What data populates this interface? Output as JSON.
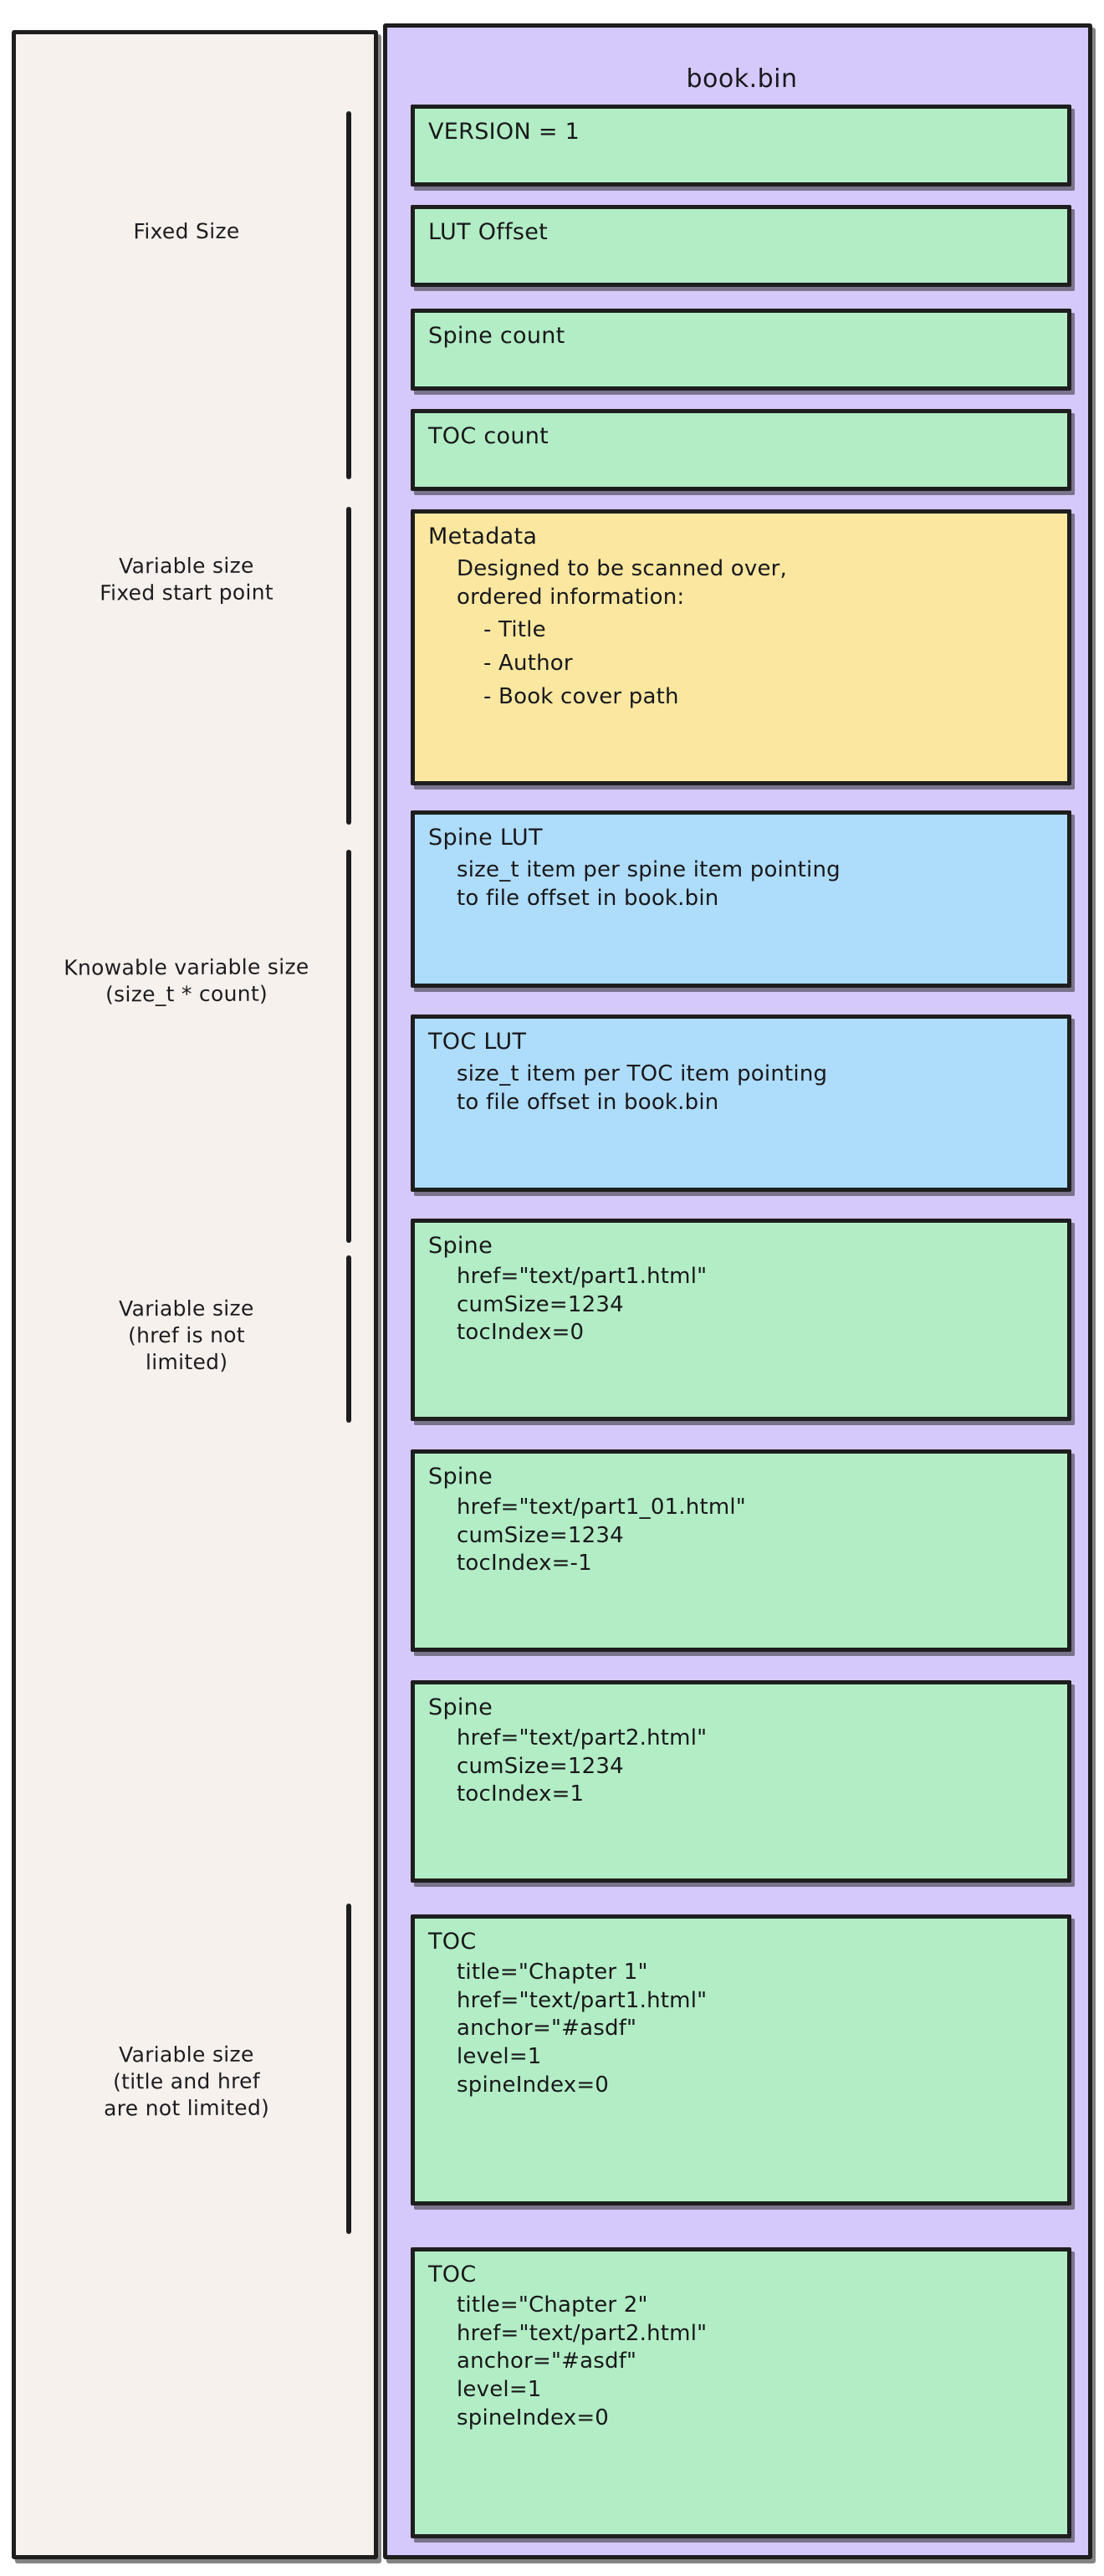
{
  "diagram": {
    "file_title": "book.bin",
    "colors": {
      "page_background": "#ffffff",
      "left_panel_background": "#f7f1ed",
      "right_panel_background": "#d5c8fb",
      "green_box": "#b2edc5",
      "yellow_box": "#fbe79f",
      "blue_box": "#aedcfb",
      "stroke": "#1e1e1e"
    },
    "section_labels": [
      {
        "id": "fixed-size",
        "text": "Fixed Size"
      },
      {
        "id": "variable-size-fixed-start",
        "text": "Variable size\nFixed start point"
      },
      {
        "id": "knowable-variable-size",
        "text": "Knowable variable size\n(size_t * count)"
      },
      {
        "id": "variable-size-href",
        "text": "Variable size\n(href is not\nlimited)"
      },
      {
        "id": "variable-size-title-href",
        "text": "Variable size\n(title and href\nare not limited)"
      }
    ],
    "boxes": [
      {
        "id": "version",
        "color": "green",
        "title": "VERSION = 1",
        "lines": []
      },
      {
        "id": "lut-offset",
        "color": "green",
        "title": "LUT Offset",
        "lines": []
      },
      {
        "id": "spine-count",
        "color": "green",
        "title": "Spine count",
        "lines": []
      },
      {
        "id": "toc-count",
        "color": "green",
        "title": "TOC count",
        "lines": []
      },
      {
        "id": "metadata",
        "color": "yellow",
        "title": "Metadata",
        "description": "Designed to be scanned over,\nordered information:",
        "bullets": [
          "- Title",
          "- Author",
          "- Book cover path"
        ]
      },
      {
        "id": "spine-lut",
        "color": "blue",
        "title": "Spine LUT",
        "description": "size_t item per spine item pointing\nto file offset in book.bin"
      },
      {
        "id": "toc-lut",
        "color": "blue",
        "title": "TOC LUT",
        "description": "size_t item per TOC item pointing\nto file offset in book.bin"
      },
      {
        "id": "spine-1",
        "color": "green",
        "title": "Spine",
        "lines": [
          "href=\"text/part1.html\"",
          "cumSize=1234",
          "tocIndex=0"
        ]
      },
      {
        "id": "spine-2",
        "color": "green",
        "title": "Spine",
        "lines": [
          "href=\"text/part1_01.html\"",
          "cumSize=1234",
          "tocIndex=-1"
        ]
      },
      {
        "id": "spine-3",
        "color": "green",
        "title": "Spine",
        "lines": [
          "href=\"text/part2.html\"",
          "cumSize=1234",
          "tocIndex=1"
        ]
      },
      {
        "id": "toc-1",
        "color": "green",
        "title": "TOC",
        "lines": [
          "title=\"Chapter 1\"",
          "href=\"text/part1.html\"",
          "anchor=\"#asdf\"",
          "level=1",
          "spineIndex=0"
        ]
      },
      {
        "id": "toc-2",
        "color": "green",
        "title": "TOC",
        "lines": [
          "title=\"Chapter 2\"",
          "href=\"text/part2.html\"",
          "anchor=\"#asdf\"",
          "level=1",
          "spineIndex=0"
        ]
      }
    ]
  }
}
